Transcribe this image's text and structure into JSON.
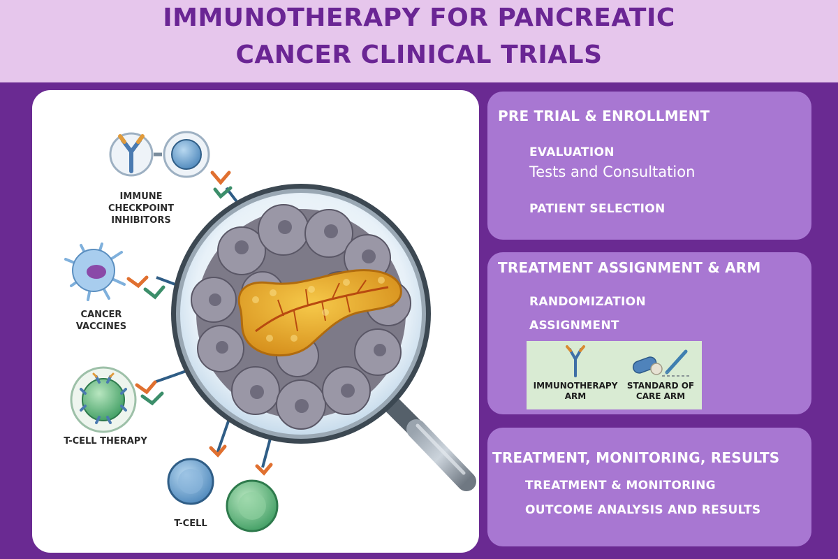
{
  "header": {
    "title_line1": "IMMUNOTHERAPY FOR PANCREATIC",
    "title_line2": "CANCER CLINICAL TRIALS"
  },
  "illustration": {
    "labels": {
      "checkpoint": [
        "IMMUNE",
        "CHECKPOINT",
        "INHIBITORS"
      ],
      "vaccines": [
        "CANCER",
        "VACCINES"
      ],
      "tcell_therapy": "T-CELL THERAPY",
      "tcell": "T-CELL"
    }
  },
  "panels": {
    "pre_trial": {
      "heading": "PRE TRIAL & ENROLLMENT",
      "evaluation": "EVALUATION",
      "evaluation_detail": "Tests and Consultation",
      "patient_selection": "PATIENT SELECTION"
    },
    "assignment": {
      "heading": "TREATMENT ASSIGNMENT & ARM",
      "randomization": "RANDOMIZATION",
      "assignment": "ASSIGNMENT",
      "arms": {
        "immunotherapy": [
          "IMMUNOTHERAPY",
          "ARM"
        ],
        "standard": [
          "STANDARD OF",
          "CARE ARM"
        ]
      }
    },
    "results": {
      "heading": "TREATMENT, MONITORING, RESULTS",
      "monitoring": "TREATMENT & MONITORING",
      "outcome": "OUTCOME ANALYSIS AND RESULTS"
    }
  },
  "colors": {
    "background": "#6a2a92",
    "header_bg": "#e6c6ec",
    "title": "#6a2594",
    "panel": "#a877d2",
    "arms_bg": "#d9ebd3"
  }
}
